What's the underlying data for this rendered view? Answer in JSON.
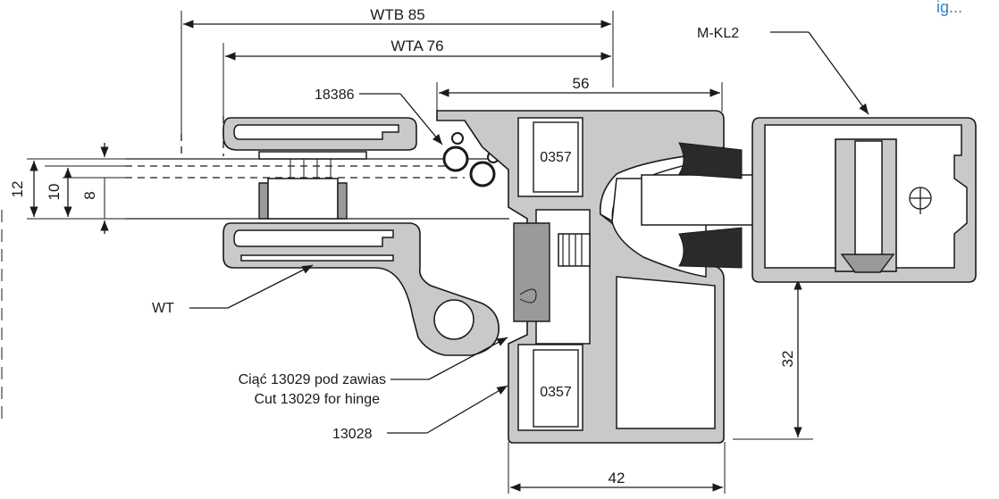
{
  "corner_text": "ig...",
  "dimensions": {
    "wtb": "WTB 85",
    "wta": "WTA 76",
    "d56": "56",
    "d42": "42",
    "d32": "32",
    "d12": "12",
    "d10": "10",
    "d8": "8"
  },
  "labels": {
    "mkl2": "M-KL2",
    "p18386": "18386",
    "wt": "WT",
    "cut_pl": "Ciąć 13029 pod zawias",
    "cut_en": "Cut 13029 for hinge",
    "p13028": "13028",
    "insert_top": "0357",
    "insert_bottom": "0357"
  }
}
